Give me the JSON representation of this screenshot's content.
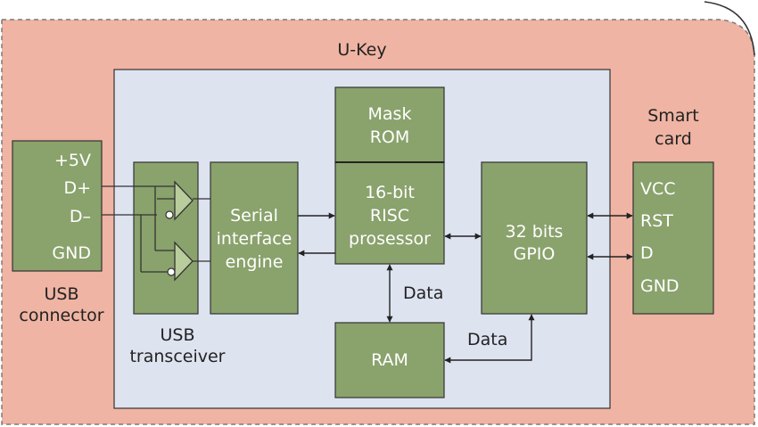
{
  "colors": {
    "outer_fill": "#efb4a3",
    "outer_border": "#7a7a7a",
    "inner_fill": "#dee3f0",
    "block_fill": "#8aa26c",
    "block_border": "#333333",
    "amp_fill": "#b9cc9b",
    "text_light": "#ffffff",
    "text_dark": "#222222"
  },
  "diagram": {
    "title": "U-Key",
    "usb_connector": {
      "pins": [
        "+5V",
        "D+",
        "D–",
        "GND"
      ],
      "label_lines": [
        "USB",
        "connector"
      ]
    },
    "usb_transceiver": {
      "label_lines": [
        "USB",
        "transceiver"
      ]
    },
    "serial_interface_engine": {
      "label_lines": [
        "Serial",
        "interface",
        "engine"
      ]
    },
    "mask_rom": {
      "label_lines": [
        "Mask",
        "ROM"
      ]
    },
    "risc_processor": {
      "label_lines": [
        "16-bit",
        "RISC",
        "prosessor"
      ]
    },
    "gpio": {
      "label_lines": [
        "32 bits",
        "GPIO"
      ]
    },
    "ram": {
      "label": "RAM"
    },
    "smart_card": {
      "pins": [
        "VCC",
        "RST",
        "D",
        "GND"
      ],
      "label_lines": [
        "Smart",
        "card"
      ]
    },
    "data_label_processor_ram": "Data",
    "data_label_ram_gpio": "Data"
  }
}
